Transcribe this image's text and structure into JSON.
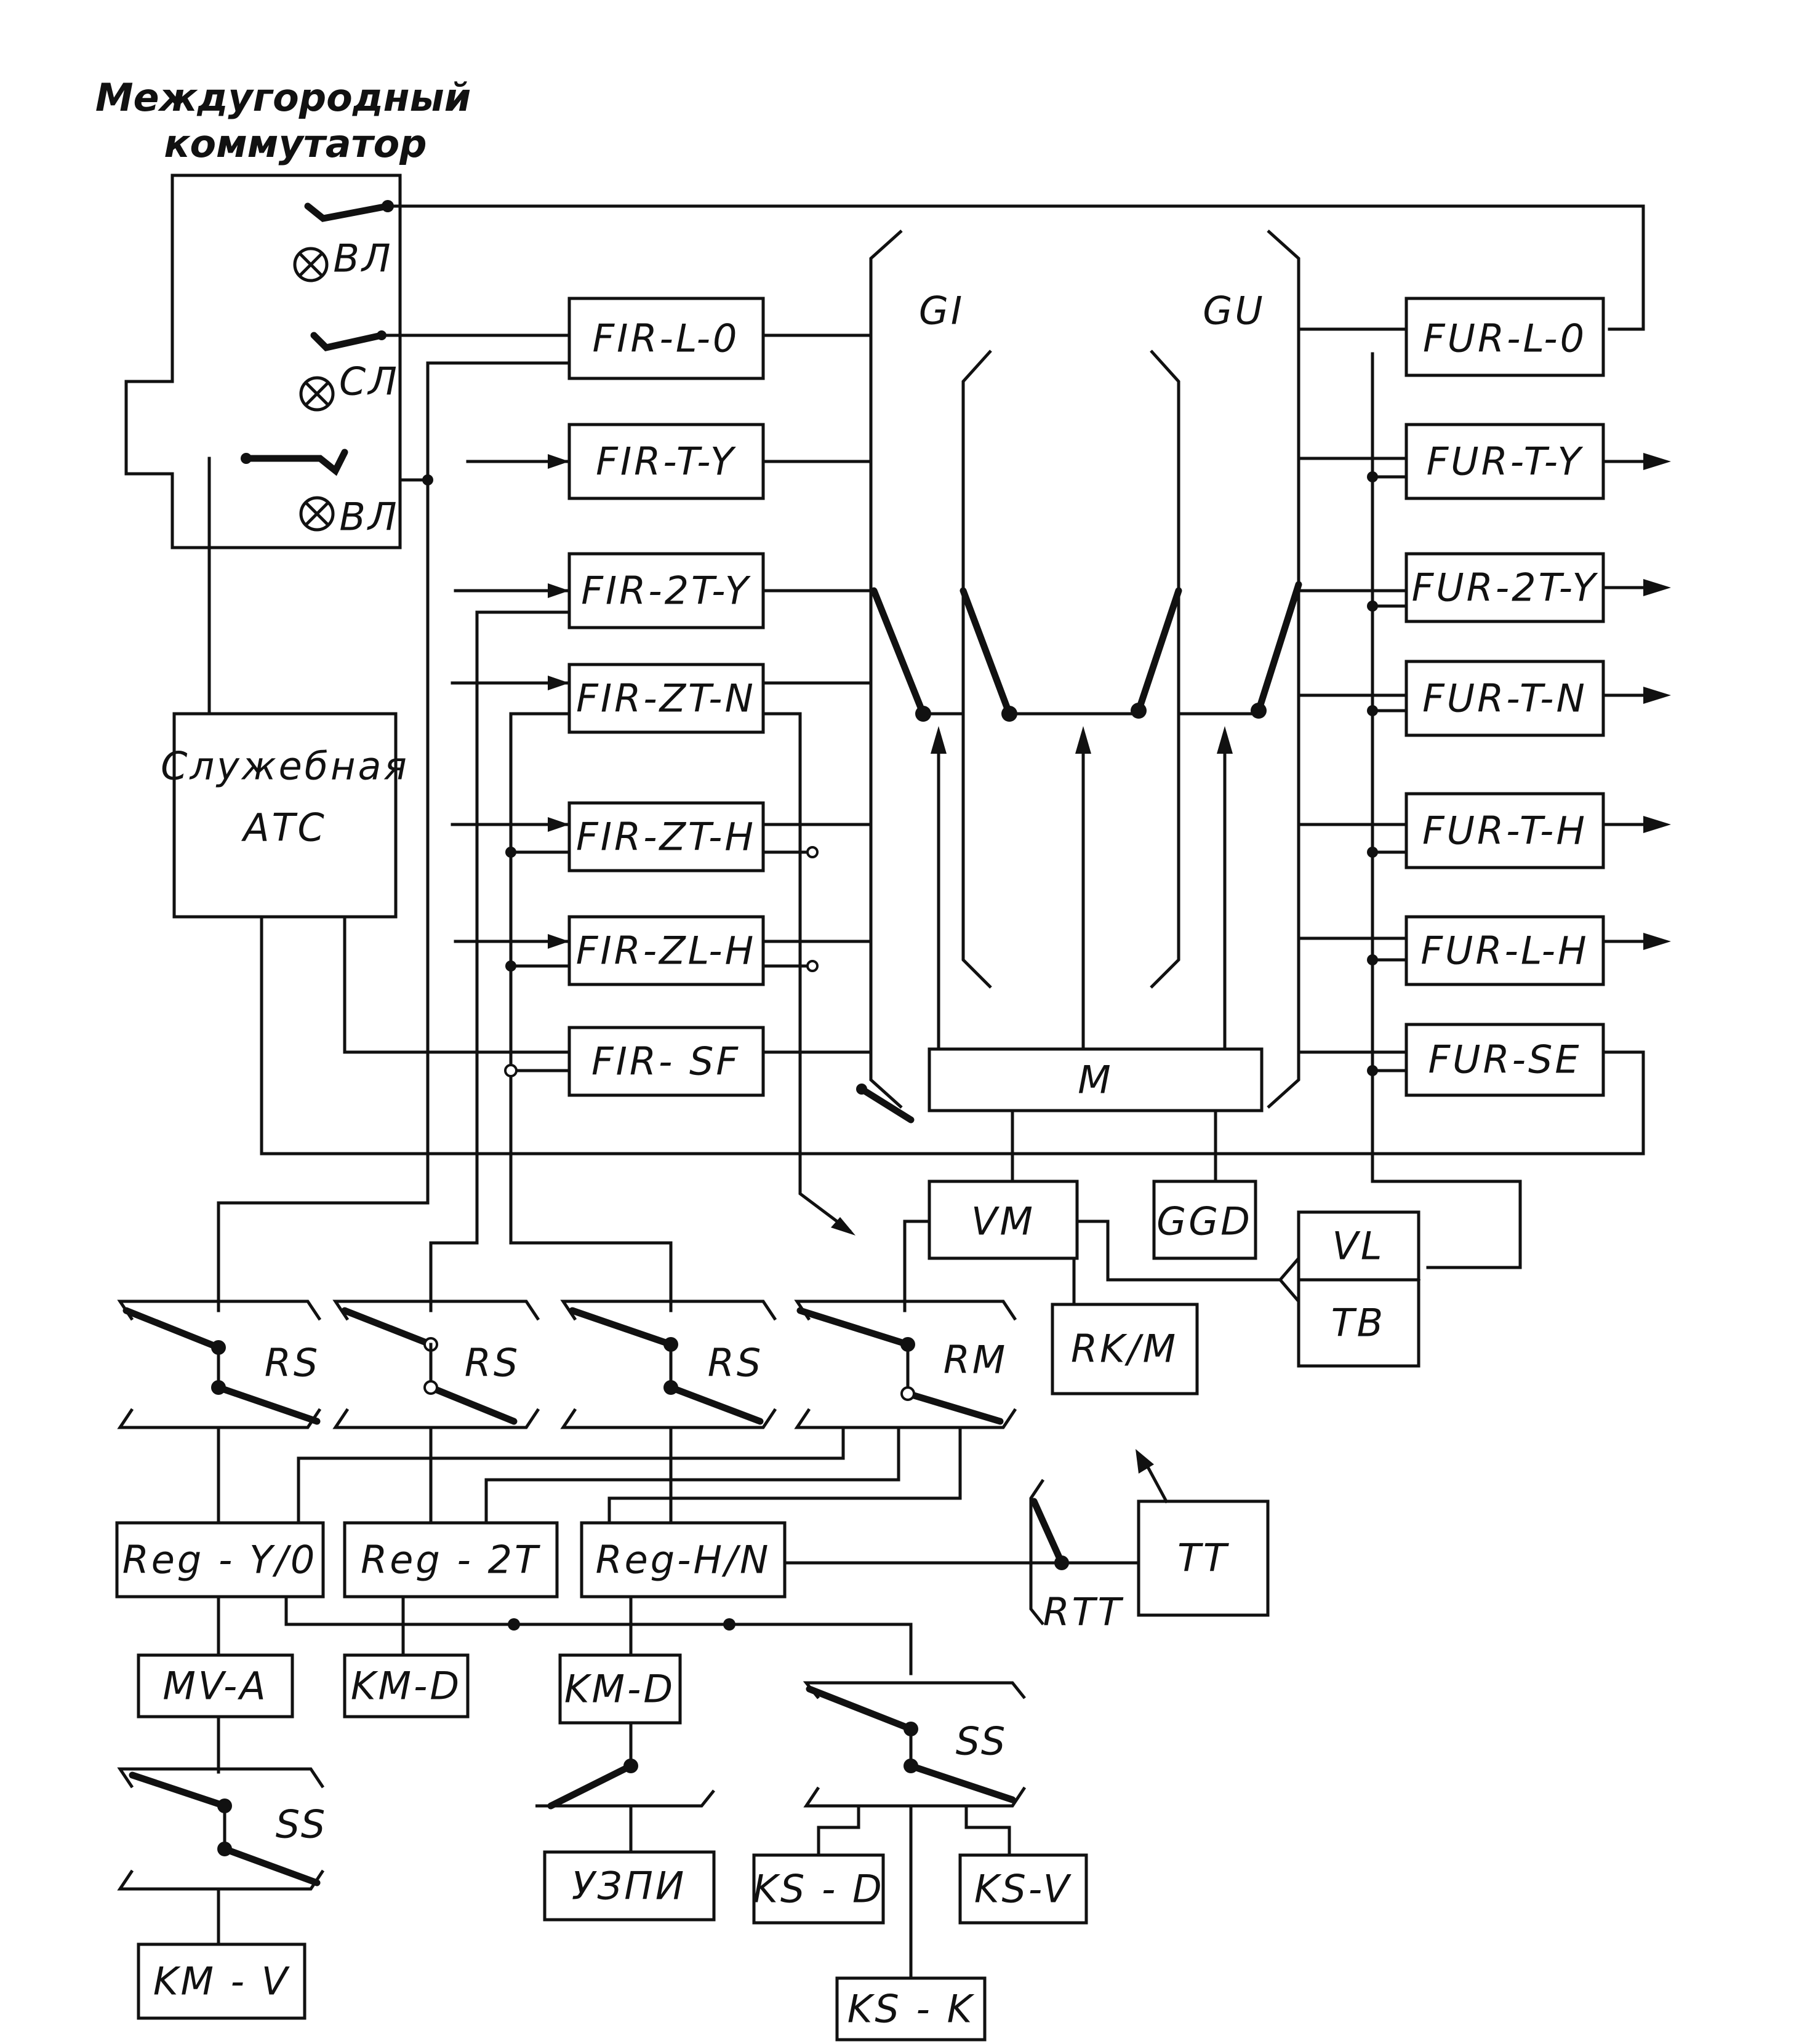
{
  "title": {
    "line1": "Междугородный",
    "line2": "коммутатор"
  },
  "switchboard": {
    "lamp1": "ВЛ",
    "lamp2": "СЛ",
    "lamp3": "ВЛ"
  },
  "service_exchange": {
    "line1": "Служебная",
    "line2": "АТС"
  },
  "stages": {
    "gi": "GI",
    "gu": "GU"
  },
  "fir_blocks": [
    "FIR-L-0",
    "FIR-T-Y",
    "FIR-2T-Y",
    "FIR-ZT-N",
    "FIR-ZT-H",
    "FIR-ZL-H",
    "FIR- SF"
  ],
  "fur_blocks": [
    "FUR-L-0",
    "FUR-T-Y",
    "FUR-2T-Y",
    "FUR-T-N",
    "FUR-T-H",
    "FUR-L-H",
    "FUR-SE"
  ],
  "marker": "M",
  "control": {
    "vm": "VM",
    "ggd": "GGD",
    "vl": "VL",
    "tb": "TB",
    "rkm": "RK/M"
  },
  "selectors": {
    "rs1": "RS",
    "rs2": "RS",
    "rs3": "RS",
    "rm": "RM",
    "rtt": "RTT",
    "ss1": "SS",
    "ss2": "SS"
  },
  "registers": {
    "reg_y0": "Reg - Y/0",
    "reg_2t": "Reg - 2T",
    "reg_hn": "Reg-H/N"
  },
  "tt": "TT",
  "lower_blocks": {
    "mva": "MV-A",
    "kmd1": "KM-D",
    "kmd2": "KM-D",
    "uzpi": "УЗПИ",
    "ksd": "KS - D",
    "ksv": "KS-V",
    "ksk": "KS - K",
    "kmv": "KM - V"
  }
}
